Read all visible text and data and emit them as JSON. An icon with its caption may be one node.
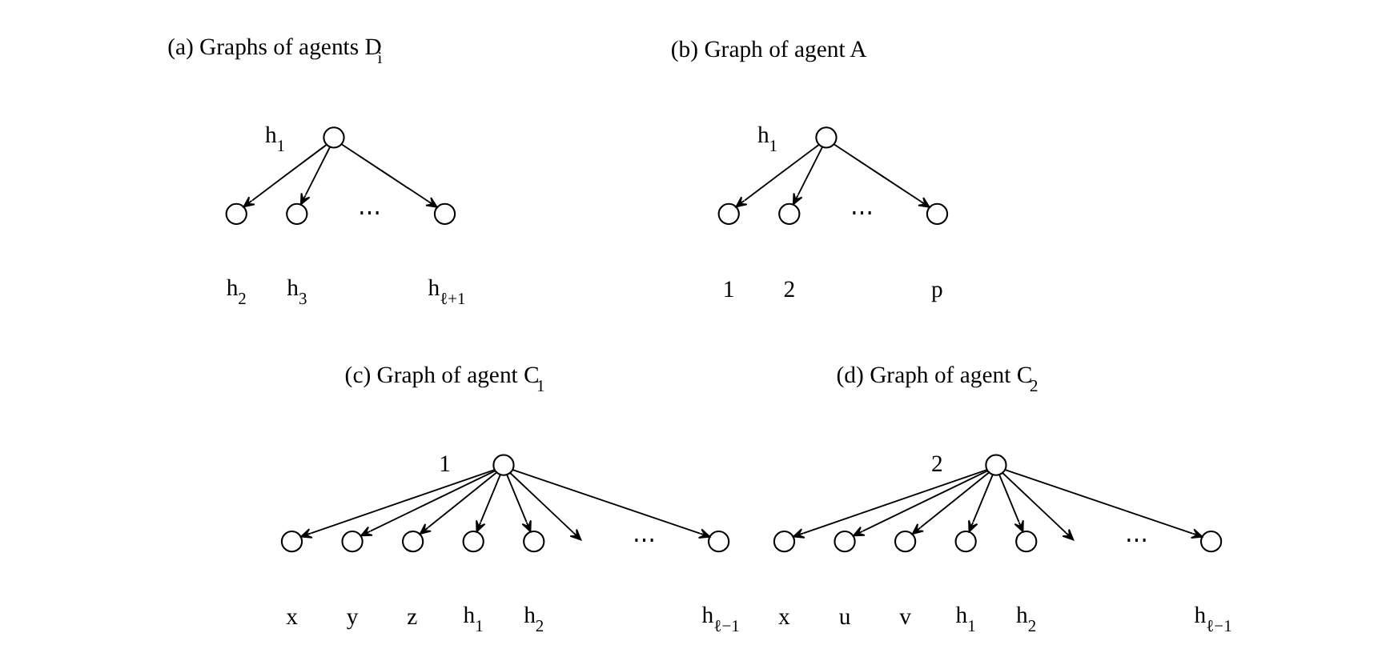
{
  "diagram": {
    "nodes": [
      {
        "text": [],
        "shape": "circle",
        "beside": [
          "h$_{1}$"
        ]
      },
      {
        "text": [],
        "shape": "circle",
        "beside": [
          "h$_{2}$"
        ]
      },
      {
        "text": [],
        "shape": "circle",
        "beside": [
          "h$_{3}$"
        ]
      },
      {
        "text": [],
        "shape": "circle",
        "beside": [
          "h$_{ℓ+1}$"
        ]
      },
      {
        "text": [],
        "shape": "circle",
        "beside": [
          "h$_{1}$"
        ]
      },
      {
        "text": [],
        "shape": "circle",
        "beside": [
          "1"
        ]
      },
      {
        "text": [],
        "shape": "circle",
        "beside": [
          "2"
        ]
      },
      {
        "text": [],
        "shape": "circle",
        "beside": [
          "p"
        ]
      },
      {
        "text": [],
        "shape": "circle",
        "beside": [
          "1"
        ]
      },
      {
        "text": [],
        "shape": "circle",
        "beside": [
          "x"
        ]
      },
      {
        "text": [],
        "shape": "circle",
        "beside": [
          "y"
        ]
      },
      {
        "text": [],
        "shape": "circle",
        "beside": [
          "z"
        ]
      },
      {
        "text": [],
        "shape": "circle",
        "beside": [
          "h$_{1}$"
        ]
      },
      {
        "text": [],
        "shape": "circle",
        "beside": [
          "h$_{2}$"
        ]
      },
      {
        "text": [],
        "shape": "circle",
        "beside": [
          "h$_{ℓ−1}$"
        ]
      },
      {
        "text": [],
        "shape": "circle",
        "beside": [
          "2"
        ]
      },
      {
        "text": [],
        "shape": "circle",
        "beside": [
          "x"
        ]
      },
      {
        "text": [],
        "shape": "circle",
        "beside": [
          "u"
        ]
      },
      {
        "text": [],
        "shape": "circle",
        "beside": [
          "v"
        ]
      },
      {
        "text": [],
        "shape": "circle",
        "beside": [
          "h$_{1}$"
        ]
      },
      {
        "text": [],
        "shape": "circle",
        "beside": [
          "h$_{2}$"
        ]
      },
      {
        "text": [],
        "shape": "circle",
        "beside": [
          "h$_{ℓ−1}$"
        ]
      }
    ],
    "edges": [
      {
        "from": 0,
        "to": 1,
        "arrow": "to"
      },
      {
        "from": 0,
        "to": 2,
        "arrow": "to"
      },
      {
        "from": 0,
        "to": 3,
        "arrow": "to"
      },
      {
        "from": 4,
        "to": 5,
        "arrow": "to"
      },
      {
        "from": 4,
        "to": 6,
        "arrow": "to"
      },
      {
        "from": 4,
        "to": 7,
        "arrow": "to"
      },
      {
        "from": 8,
        "to": 9,
        "arrow": "to"
      },
      {
        "from": 8,
        "to": 10,
        "arrow": "to"
      },
      {
        "from": 8,
        "to": 11,
        "arrow": "to"
      },
      {
        "from": 8,
        "to": 12,
        "arrow": "to"
      },
      {
        "from": 8,
        "to": 13,
        "arrow": "to"
      },
      {
        "from": 8,
        "to": null,
        "arrow": "to"
      },
      {
        "from": 8,
        "to": 14,
        "arrow": "to"
      },
      {
        "from": 15,
        "to": 16,
        "arrow": "to"
      },
      {
        "from": 15,
        "to": 17,
        "arrow": "to"
      },
      {
        "from": 15,
        "to": 18,
        "arrow": "to"
      },
      {
        "from": 15,
        "to": 19,
        "arrow": "to"
      },
      {
        "from": 15,
        "to": 20,
        "arrow": "to"
      },
      {
        "from": 15,
        "to": null,
        "arrow": "to"
      },
      {
        "from": 15,
        "to": 21,
        "arrow": "to"
      }
    ],
    "labels": [
      "(a) Graphs of agents D$_{i}$",
      "(b) Graph of agent A",
      "⋯",
      "⋯",
      "(c) Graph of agent C$_{1}$",
      "(d) Graph of agent C$_{2}$",
      "⋯",
      "⋯"
    ]
  }
}
